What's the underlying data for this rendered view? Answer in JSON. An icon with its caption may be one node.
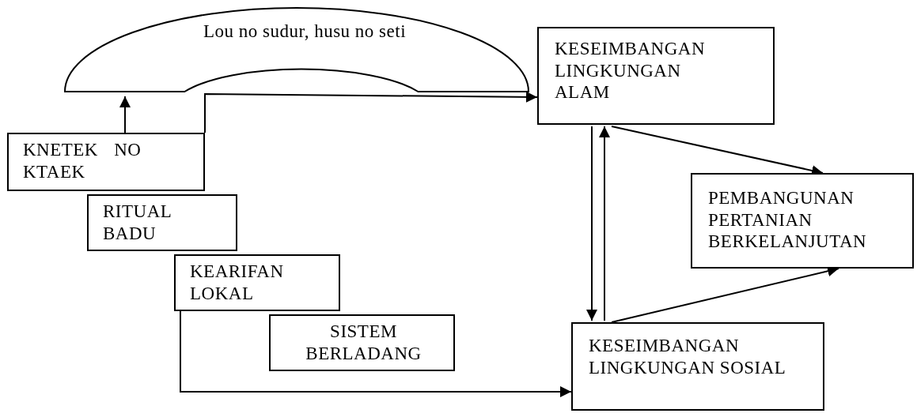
{
  "diagram": {
    "nodes": [
      {
        "text": [
          "Lou no sudur, husu no seti"
        ]
      },
      {
        "text": [
          "KNETEK NO KTAEK"
        ]
      },
      {
        "text": [
          "RITUAL BADU"
        ]
      },
      {
        "text": [
          "KEARIFAN LOKAL"
        ]
      },
      {
        "text": [
          "SISTEM BERLADANG"
        ]
      },
      {
        "text": [
          "KESEIMBANGAN LINGKUNGAN ALAM"
        ]
      },
      {
        "text": [
          "PEMBANGUNAN PERTANIAN BERKELANJUTAN"
        ]
      },
      {
        "text": [
          "KESEIMBANGAN LINGKUNGAN SOSIAL"
        ]
      }
    ],
    "edges": [
      {
        "from": 1,
        "to": 0,
        "arrow": "to"
      },
      {
        "from": 1,
        "to": 5,
        "arrow": "to"
      },
      {
        "from": 3,
        "to": 7,
        "arrow": "to"
      },
      {
        "from": 5,
        "to": 7,
        "arrow": "to"
      },
      {
        "from": 7,
        "to": 5,
        "arrow": "to"
      },
      {
        "from": 5,
        "to": 6,
        "arrow": "to"
      },
      {
        "from": 7,
        "to": 6,
        "arrow": "to"
      }
    ]
  }
}
